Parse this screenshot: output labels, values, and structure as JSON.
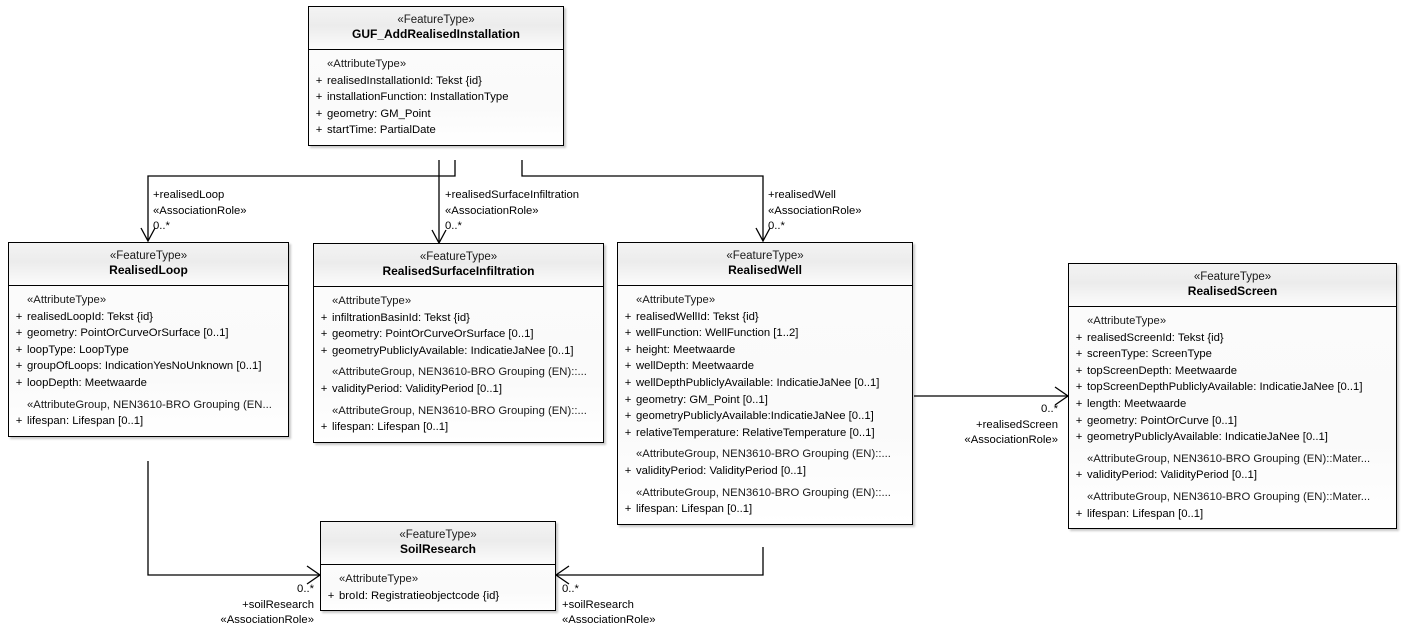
{
  "diagram": {
    "type": "uml-class-diagram",
    "title": "GUF_AddRealisedInstallation UML class diagram",
    "stereotype_feature": "«FeatureType»",
    "stereotype_attribute": "«AttributeType»",
    "visibility_public": "+"
  },
  "classes": [
    {
      "id": "guf",
      "stereotype": "«FeatureType»",
      "name": "GUF_AddRealisedInstallation",
      "sections": [
        {
          "group": "«AttributeType»",
          "attributes": [
            {
              "vis": "+",
              "text": "realisedInstallationId: Tekst {id}"
            },
            {
              "vis": "+",
              "text": "installationFunction: InstallationType"
            },
            {
              "vis": "+",
              "text": "geometry: GM_Point"
            },
            {
              "vis": "+",
              "text": "startTime: PartialDate"
            }
          ]
        }
      ]
    },
    {
      "id": "loop",
      "stereotype": "«FeatureType»",
      "name": "RealisedLoop",
      "sections": [
        {
          "group": "«AttributeType»",
          "attributes": [
            {
              "vis": "+",
              "text": "realisedLoopId: Tekst {id}"
            },
            {
              "vis": "+",
              "text": "geometry: PointOrCurveOrSurface [0..1]"
            },
            {
              "vis": "+",
              "text": "loopType: LoopType"
            },
            {
              "vis": "+",
              "text": "groupOfLoops: IndicationYesNoUnknown [0..1]"
            },
            {
              "vis": "+",
              "text": "loopDepth: Meetwaarde"
            }
          ]
        },
        {
          "group": "«AttributeGroup, NEN3610-BRO Grouping (EN...",
          "attributes": [
            {
              "vis": "+",
              "text": "lifespan: Lifespan [0..1]"
            }
          ]
        }
      ]
    },
    {
      "id": "surface",
      "stereotype": "«FeatureType»",
      "name": "RealisedSurfaceInfiltration",
      "sections": [
        {
          "group": "«AttributeType»",
          "attributes": [
            {
              "vis": "+",
              "text": "infiltrationBasinId: Tekst {id}"
            },
            {
              "vis": "+",
              "text": "geometry: PointOrCurveOrSurface [0..1]"
            },
            {
              "vis": "+",
              "text": "geometryPublicIyAvailable: IndicatieJaNee [0..1]"
            }
          ]
        },
        {
          "group": "«AttributeGroup, NEN3610-BRO Grouping (EN)::...",
          "attributes": [
            {
              "vis": "+",
              "text": "validityPeriod: ValidityPeriod [0..1]"
            }
          ]
        },
        {
          "group": "«AttributeGroup, NEN3610-BRO Grouping (EN)::...",
          "attributes": [
            {
              "vis": "+",
              "text": "lifespan: Lifespan [0..1]"
            }
          ]
        }
      ]
    },
    {
      "id": "well",
      "stereotype": "«FeatureType»",
      "name": "RealisedWell",
      "sections": [
        {
          "group": "«AttributeType»",
          "attributes": [
            {
              "vis": "+",
              "text": "realisedWellId: Tekst {id}"
            },
            {
              "vis": "+",
              "text": "wellFunction: WellFunction [1..2]"
            },
            {
              "vis": "+",
              "text": "height: Meetwaarde"
            },
            {
              "vis": "+",
              "text": "wellDepth: Meetwaarde"
            },
            {
              "vis": "+",
              "text": "wellDepthPubliclyAvailable: IndicatieJaNee [0..1]"
            },
            {
              "vis": "+",
              "text": "geometry: GM_Point [0..1]"
            },
            {
              "vis": "+",
              "text": "geometryPubliclyAvailable:IndicatieJaNee [0..1]"
            },
            {
              "vis": "+",
              "text": "relativeTemperature: RelativeTemperature [0..1]"
            }
          ]
        },
        {
          "group": "«AttributeGroup, NEN3610-BRO Grouping (EN)::...",
          "attributes": [
            {
              "vis": "+",
              "text": "validityPeriod: ValidityPeriod [0..1]"
            }
          ]
        },
        {
          "group": "«AttributeGroup, NEN3610-BRO Grouping (EN)::...",
          "attributes": [
            {
              "vis": "+",
              "text": "lifespan: Lifespan [0..1]"
            }
          ]
        }
      ]
    },
    {
      "id": "screen",
      "stereotype": "«FeatureType»",
      "name": "RealisedScreen",
      "sections": [
        {
          "group": "«AttributeType»",
          "attributes": [
            {
              "vis": "+",
              "text": "realisedScreenId: Tekst {id}"
            },
            {
              "vis": "+",
              "text": "screenType: ScreenType"
            },
            {
              "vis": "+",
              "text": "topScreenDepth: Meetwaarde"
            },
            {
              "vis": "+",
              "text": "topScreenDepthPubliclyAvailable: IndicatieJaNee [0..1]"
            },
            {
              "vis": "+",
              "text": "length: Meetwaarde"
            },
            {
              "vis": "+",
              "text": "geometry: PointOrCurve [0..1]"
            },
            {
              "vis": "+",
              "text": "geometryPubliclyAvailable: IndicatieJaNee [0..1]"
            }
          ]
        },
        {
          "group": "«AttributeGroup, NEN3610-BRO Grouping (EN)::Mater...",
          "attributes": [
            {
              "vis": "+",
              "text": "validityPeriod: ValidityPeriod [0..1]"
            }
          ]
        },
        {
          "group": "«AttributeGroup, NEN3610-BRO Grouping (EN)::Mater...",
          "attributes": [
            {
              "vis": "+",
              "text": "lifespan: Lifespan [0..1]"
            }
          ]
        }
      ]
    },
    {
      "id": "soil",
      "stereotype": "«FeatureType»",
      "name": "SoilResearch",
      "sections": [
        {
          "group": "«AttributeType»",
          "attributes": [
            {
              "vis": "+",
              "text": "broId: Registratieobjectcode {id}"
            }
          ]
        }
      ]
    }
  ],
  "associations": [
    {
      "id": "a-loop",
      "role": "+realisedLoop",
      "stereotype": "«AssociationRole»",
      "multiplicity": "0..*"
    },
    {
      "id": "a-surface",
      "role": "+realisedSurfaceInfiltration",
      "stereotype": "«AssociationRole»",
      "multiplicity": "0..*"
    },
    {
      "id": "a-well",
      "role": "+realisedWell",
      "stereotype": "«AssociationRole»",
      "multiplicity": "0..*"
    },
    {
      "id": "a-screen",
      "role": "+realisedScreen",
      "stereotype": "«AssociationRole»",
      "multiplicity": "0..*"
    },
    {
      "id": "a-soil-left",
      "role": "+soilResearch",
      "stereotype": "«AssociationRole»",
      "multiplicity": "0..*"
    },
    {
      "id": "a-soil-right",
      "role": "+soilResearch",
      "stereotype": "«AssociationRole»",
      "multiplicity": "0..*"
    }
  ]
}
